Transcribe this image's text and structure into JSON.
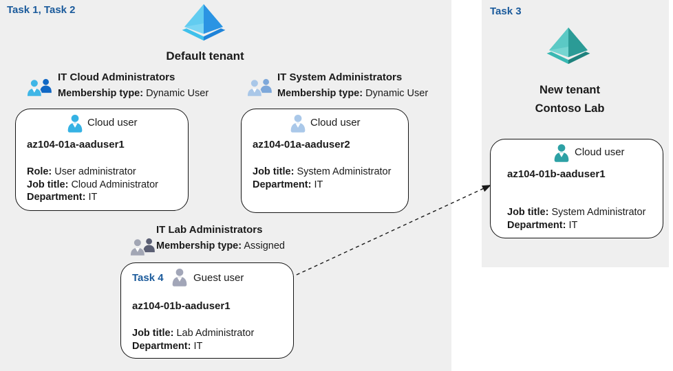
{
  "colors": {
    "panel_bg": "#efefef",
    "task_label_blue": "#1a5a9b",
    "text": "#1a1a1a",
    "card_border": "#141414",
    "cloud_user_blue": "#35b2e4",
    "cloud_user_pale_blue": "#aac8e9",
    "guest_user_gray": "#a2a6b8",
    "cloud_user_teal": "#2da1a5",
    "group_blue_front": "#3fb6e6",
    "group_blue_back": "#1168c4",
    "group_pale_front": "#a9c7e8",
    "group_pale_back": "#7ea8da",
    "group_gray_front": "#a2a6b4",
    "group_gray_back": "#5a5e73",
    "tenant_blue_left": "#62ccf0",
    "tenant_blue_right": "#2b94e3",
    "tenant_blue_rim_left": "#3fc0eb",
    "tenant_blue_rim_right": "#1e83d9",
    "tenant_teal_left": "#5bc9c5",
    "tenant_teal_right": "#2b9b96",
    "tenant_teal_rim_left": "#39b8b2",
    "tenant_teal_rim_right": "#1f827d",
    "arrow": "#1a1a1a"
  },
  "left_panel": {
    "task_label": "Task 1, Task 2",
    "tenant_name": "Default tenant"
  },
  "right_panel": {
    "task_label": "Task 3",
    "tenant_line1": "New tenant",
    "tenant_line2": "Contoso Lab"
  },
  "groups": [
    {
      "name": "IT Cloud Administrators",
      "membership_label": "Membership type:",
      "membership_value": "Dynamic User",
      "icon_color": "blue"
    },
    {
      "name": "IT System Administrators",
      "membership_label": "Membership type:",
      "membership_value": "Dynamic User",
      "icon_color": "pale-blue"
    },
    {
      "name": "IT Lab Administrators",
      "membership_label": "Membership type:",
      "membership_value": "Assigned",
      "icon_color": "gray"
    }
  ],
  "cards": [
    {
      "user_type": "Cloud user",
      "username": "az104-01a-aaduser1",
      "fields": [
        {
          "label": "Role:",
          "value": "User administrator"
        },
        {
          "label": "Job title:",
          "value": "Cloud Administrator"
        },
        {
          "label": "Department:",
          "value": "IT"
        }
      ]
    },
    {
      "user_type": "Cloud user",
      "username": "az104-01a-aaduser2",
      "fields": [
        {
          "label": "Job title:",
          "value": "System Administrator"
        },
        {
          "label": "Department:",
          "value": "IT"
        }
      ]
    },
    {
      "task_label": "Task 4",
      "user_type": "Guest user",
      "username": "az104-01b-aaduser1",
      "fields": [
        {
          "label": "Job title:",
          "value": "Lab Administrator"
        },
        {
          "label": "Department:",
          "value": "IT"
        }
      ]
    },
    {
      "user_type": "Cloud user",
      "username": "az104-01b-aaduser1",
      "fields": [
        {
          "label": "Job title:",
          "value": "System Administrator"
        },
        {
          "label": "Department:",
          "value": "IT"
        }
      ]
    }
  ]
}
